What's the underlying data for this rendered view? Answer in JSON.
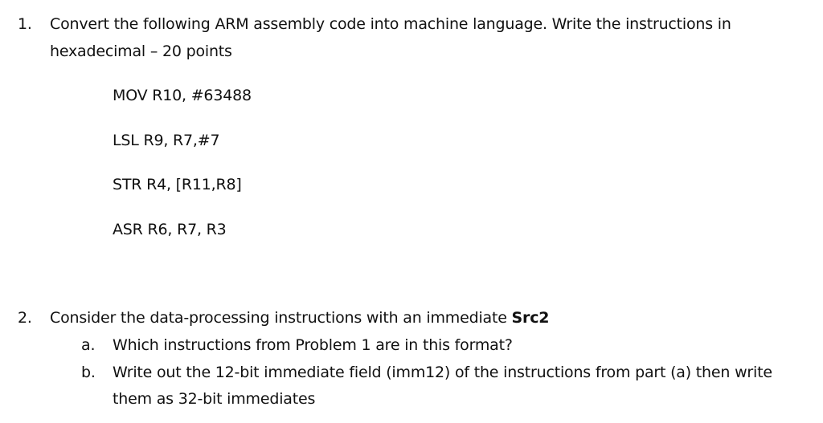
{
  "problem1": {
    "number": "1.",
    "line1": "Convert the following ARM assembly code into machine language. Write the instructions in",
    "line2": "hexadecimal – 20 points",
    "instructions": [
      "MOV R10, #63488",
      "LSL R9, R7,#7",
      "STR R4, [R11,R8]",
      "ASR R6, R7, R3"
    ]
  },
  "problem2": {
    "number": "2.",
    "text": "Consider the data-processing instructions with an immediate ",
    "bold_term": "Src2",
    "parts": [
      {
        "letter": "a.",
        "line1": "Which instructions from Problem 1 are in this format?"
      },
      {
        "letter": "b.",
        "line1": "Write out the 12-bit immediate field (imm12) of the instructions from part (a) then write",
        "line2": "them as 32-bit immediates"
      }
    ]
  }
}
